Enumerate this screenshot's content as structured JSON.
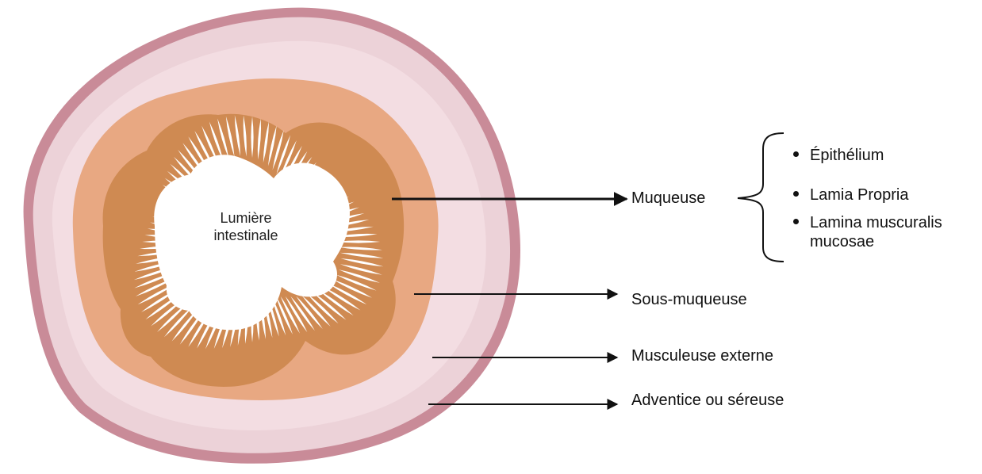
{
  "lumen": {
    "line1": "Lumière",
    "line2": "intestinale"
  },
  "layers": {
    "muqueuse": "Muqueuse",
    "sous_muqueuse": "Sous-muqueuse",
    "musculeuse": "Musculeuse externe",
    "adventice": "Adventice ou séreuse"
  },
  "muqueuse_components": {
    "item1": "Épithélium",
    "item2": "Lamia Propria",
    "item3_line1": "Lamina muscuralis",
    "item3_line2": "mucosae"
  },
  "colors": {
    "adventice_border": "#c98b98",
    "musculeuse_outer": "#ecd2d8",
    "musculeuse_inner": "#f3dde2",
    "sous_muqueuse": "#e8a882",
    "muqueuse": "#cf8a52",
    "lumen": "#ffffff",
    "text": "#111111"
  }
}
